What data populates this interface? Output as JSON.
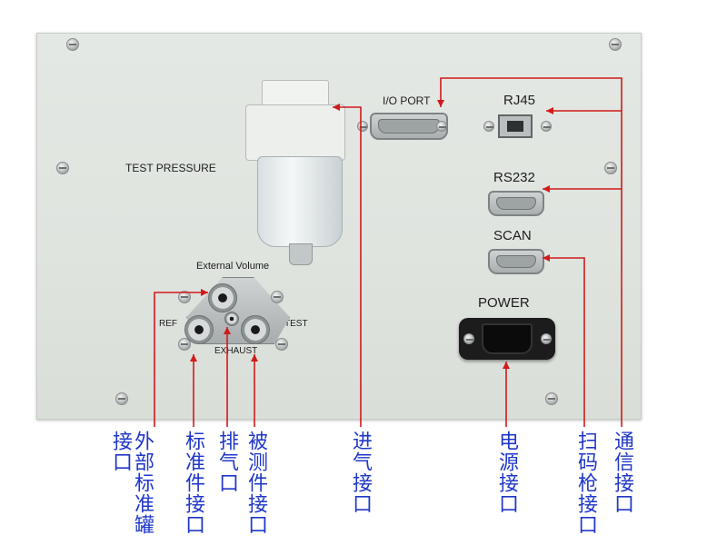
{
  "panel": {
    "labels": {
      "test_pressure": "TEST PRESSURE",
      "io_port": "I/O PORT",
      "rj45": "RJ45",
      "rs232": "RS232",
      "scan": "SCAN",
      "power": "POWER",
      "external_volume": "External Volume",
      "ref": "REF",
      "test": "TEST",
      "exhaust": "EXHAUST"
    }
  },
  "annotations": {
    "external_standard_tank_port": "外部标准罐接口",
    "standard_part_port": "标准件接口",
    "exhaust_port": "排气口",
    "tested_part_port": "被测件接口",
    "air_inlet_port": "进气接口",
    "power_port": "电源接口",
    "scanner_port": "扫码枪接口",
    "communication_port": "通信接口"
  },
  "colors": {
    "annotation_text": "#2037c8",
    "leader_line": "#d11a1a",
    "panel": "#e1e6e1"
  }
}
